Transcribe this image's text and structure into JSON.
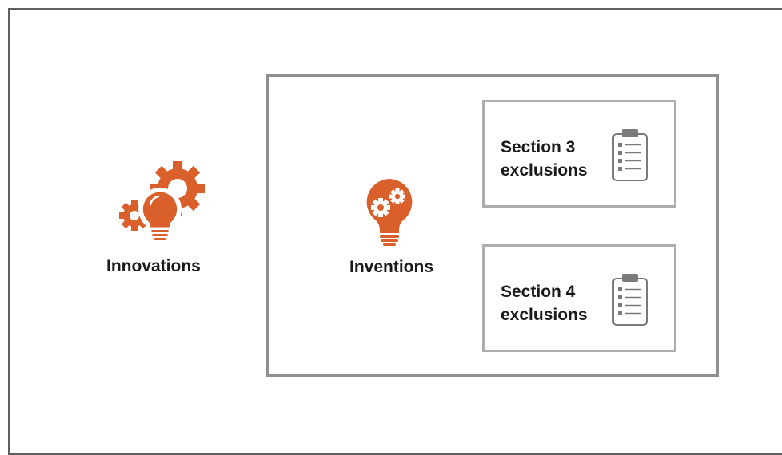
{
  "nodes": {
    "innovations": {
      "label": "Innovations",
      "icon": "lightbulb-gears-icon"
    },
    "inventions": {
      "label": "Inventions",
      "icon": "lightbulb-with-gears-icon"
    }
  },
  "exclusions": [
    {
      "line1": "Section 3",
      "line2": "exclusions",
      "icon": "clipboard-checklist-icon"
    },
    {
      "line1": "Section 4",
      "line2": "exclusions",
      "icon": "clipboard-checklist-icon"
    }
  ],
  "colors": {
    "accent_orange": "#d9602a",
    "outer_border": "#5f5f5f",
    "inner_border": "#8f8f8f",
    "box_border": "#adadad",
    "icon_gray": "#7a7a7a"
  }
}
